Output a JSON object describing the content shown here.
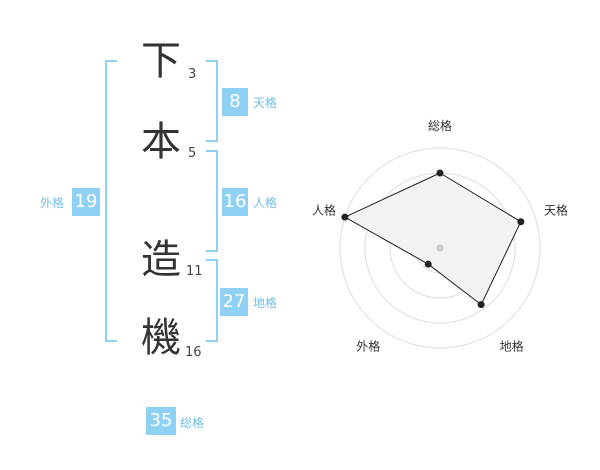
{
  "name": {
    "characters": [
      {
        "char": "下",
        "strokes": "3"
      },
      {
        "char": "本",
        "strokes": "5"
      },
      {
        "char": "造",
        "strokes": "11"
      },
      {
        "char": "機",
        "strokes": "16"
      }
    ]
  },
  "fortunes": {
    "tenkaku": {
      "value": "8",
      "label": "天格"
    },
    "jinkaku": {
      "value": "16",
      "label": "人格"
    },
    "chikaku": {
      "value": "27",
      "label": "地格"
    },
    "gaikaku": {
      "value": "19",
      "label": "外格"
    },
    "soukaku": {
      "value": "35",
      "label": "総格"
    }
  },
  "colors": {
    "accent": "#8fd1f5",
    "label": "#6fbfe6",
    "text": "#333333"
  },
  "chart_data": {
    "type": "radar",
    "axes": [
      "総格",
      "天格",
      "地格",
      "外格",
      "人格"
    ],
    "values": [
      0.75,
      0.85,
      0.7,
      0.2,
      1.0
    ],
    "rings": 4,
    "max": 1.0
  }
}
